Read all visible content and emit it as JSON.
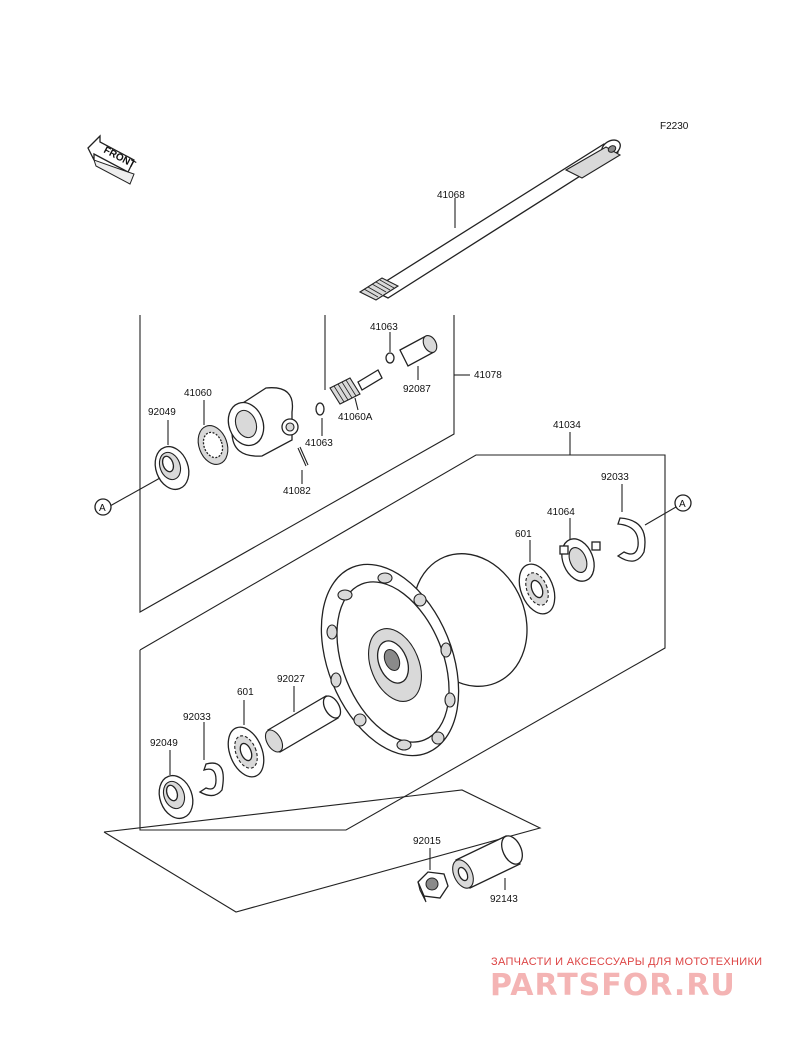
{
  "diagram_code": "F2230",
  "front_indicator": "FRONT",
  "ref_marker": "A",
  "parts": {
    "axle": "41068",
    "sensor_gear_housing": "41078",
    "gear_ring": "41060",
    "pinion": "41060A",
    "washer_upper": "41063",
    "washer_lower": "41063",
    "bushing": "92087",
    "cotter_pin": "41082",
    "oil_seal_left": "92049",
    "oil_seal_lower": "92049",
    "hub_assembly": "41034",
    "circlip_right": "92033",
    "circlip_left": "92033",
    "gear_drive": "41064",
    "bearing_right": "601",
    "bearing_left": "601",
    "spacer": "92027",
    "axle_nut": "92015",
    "collar": "92143"
  },
  "watermark": {
    "tagline": "ЗАПЧАСТИ И АКСЕССУАРЫ ДЛЯ МОТОТЕХНИКИ",
    "logo": "PARTSFOR.RU"
  }
}
